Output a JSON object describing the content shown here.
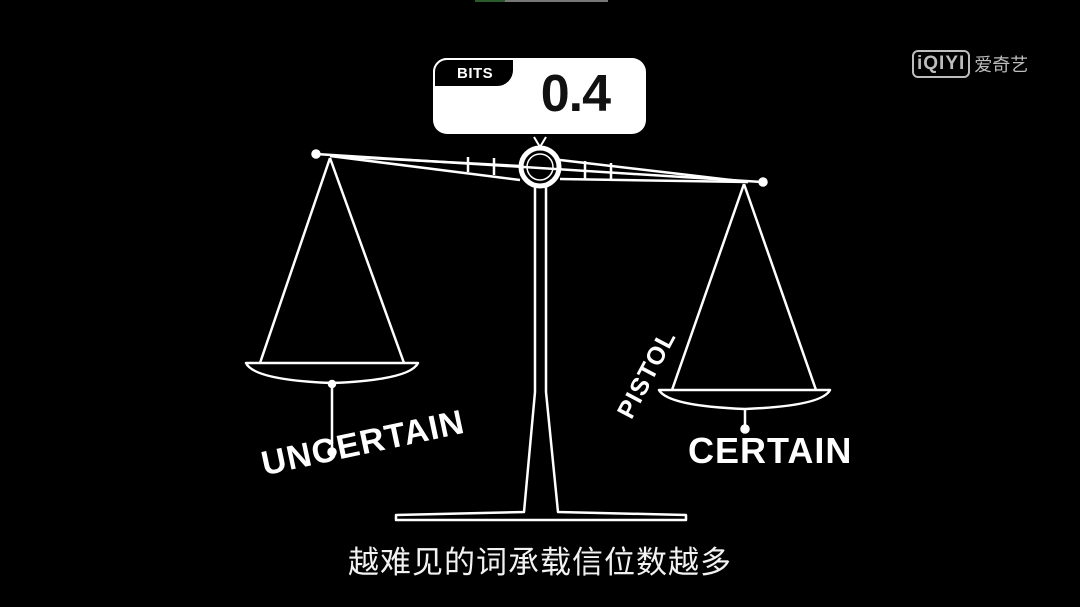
{
  "readout": {
    "unit_label": "BITS",
    "value": "0.4"
  },
  "scale": {
    "left_pan_label": "UNCERTAIN",
    "right_pan_label": "CERTAIN",
    "right_pan_word": "PISTOL",
    "tilt": "right pan lower"
  },
  "subtitle": "越难见的词承载信位数越多",
  "watermark": {
    "logo_text": "iQIYI",
    "brand_cn": "爱奇艺"
  },
  "colors": {
    "background": "#000000",
    "line": "#ffffff",
    "watermark": "#bdbdbd"
  }
}
